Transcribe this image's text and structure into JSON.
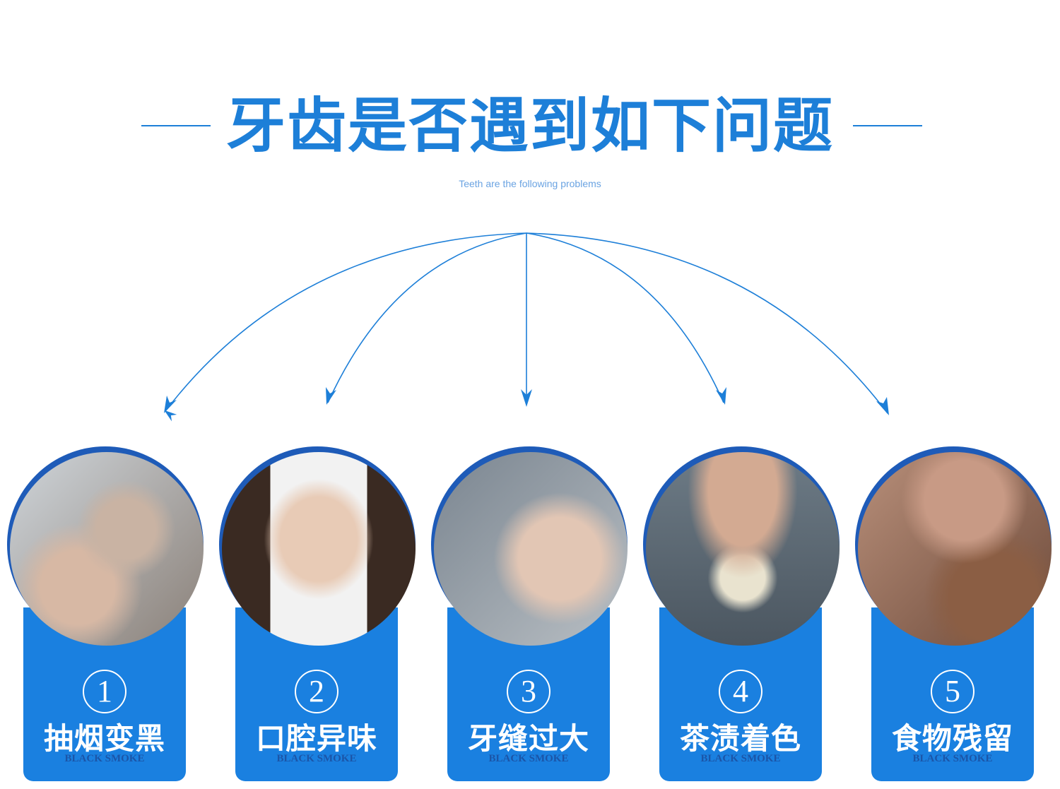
{
  "header": {
    "title": "牙齿是否遇到如下问题",
    "subtitle": "Teeth are the following problems"
  },
  "colors": {
    "accent": "#1a80e0",
    "ring": "#1e5bb8",
    "subtitle": "#6aa3e2"
  },
  "cards": [
    {
      "number": "1",
      "label": "抽烟变黑",
      "english": "BLACK SMOKE",
      "photo": "man-smoking-cigarette"
    },
    {
      "number": "2",
      "label": "口腔异味",
      "english": "BLACK SMOKE",
      "photo": "woman-covering-mouth"
    },
    {
      "number": "3",
      "label": "牙缝过大",
      "english": "BLACK SMOKE",
      "photo": "dental-examination"
    },
    {
      "number": "4",
      "label": "茶渍着色",
      "english": "BLACK SMOKE",
      "photo": "woman-drinking-tea"
    },
    {
      "number": "5",
      "label": "食物残留",
      "english": "BLACK SMOKE",
      "photo": "person-eating-cake"
    }
  ]
}
